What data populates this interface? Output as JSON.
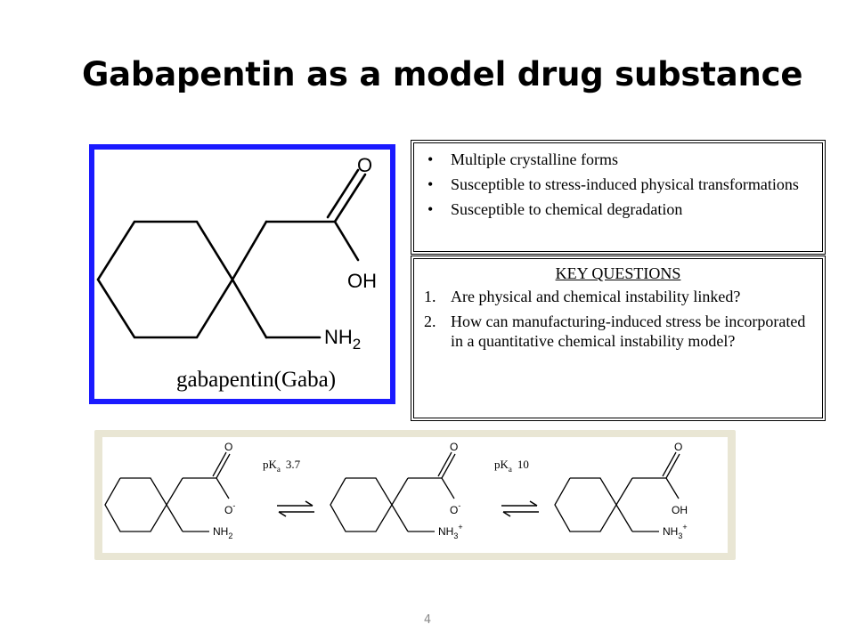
{
  "slide": {
    "title": "Gabapentin as a model drug substance",
    "page_number": "4"
  },
  "structure_panel": {
    "atom_O": "O",
    "atom_OH": "OH",
    "atom_NH": "NH",
    "atom_NH_sub": "2",
    "caption": "gabapentin(Gaba)",
    "border_color": "#1a1aff"
  },
  "properties": {
    "bullet_symbol": "•",
    "items": [
      {
        "text": "Multiple crystalline forms"
      },
      {
        "text": "Susceptible to stress-induced physical transformations"
      },
      {
        "text": "Susceptible to chemical degradation"
      }
    ]
  },
  "key_questions": {
    "heading": "KEY QUESTIONS",
    "items": [
      {
        "num": "1.",
        "text": "Are physical and chemical instability linked?"
      },
      {
        "num": "2.",
        "text": "How can manufacturing-induced stress be incorporated in a quantitative chemical instability model?"
      }
    ]
  },
  "equilibrium": {
    "background_color": "#e9e6d4",
    "species": [
      {
        "O_top": "O",
        "acid_group": "O",
        "acid_charge": "-",
        "amine": "NH",
        "amine_sub": "2",
        "amine_charge": ""
      },
      {
        "O_top": "O",
        "acid_group": "O",
        "acid_charge": "-",
        "amine": "NH",
        "amine_sub": "3",
        "amine_charge": "+"
      },
      {
        "O_top": "O",
        "acid_group": "OH",
        "acid_charge": "",
        "amine": "NH",
        "amine_sub": "3",
        "amine_charge": "+"
      }
    ],
    "steps": [
      {
        "pk": "pK",
        "pk_sub": "a",
        "value": "3.7"
      },
      {
        "pk": "pK",
        "pk_sub": "a",
        "value": "10"
      }
    ]
  }
}
